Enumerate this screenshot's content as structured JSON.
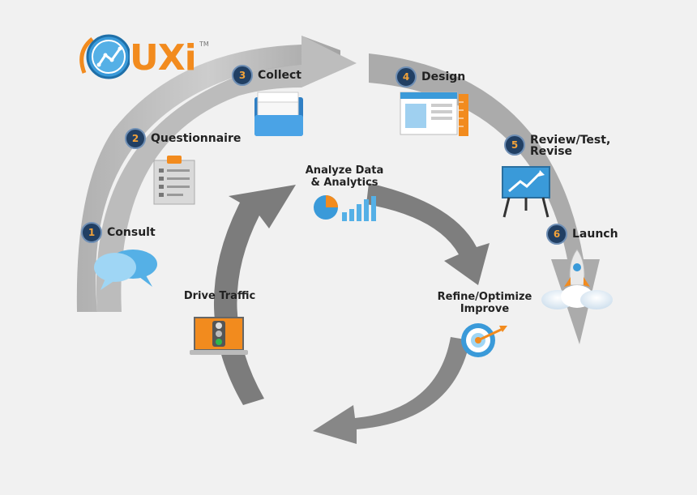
{
  "logo": {
    "text": "UXi",
    "tm": "TM"
  },
  "steps": [
    {
      "num": "1",
      "label": "Consult"
    },
    {
      "num": "2",
      "label": "Questionnaire"
    },
    {
      "num": "3",
      "label": "Collect"
    },
    {
      "num": "4",
      "label": "Design"
    },
    {
      "num": "5",
      "label": "Review/Test,",
      "label2": "Revise"
    },
    {
      "num": "6",
      "label": "Launch"
    }
  ],
  "cycle": {
    "analyze": [
      "Analyze Data",
      "& Analytics"
    ],
    "refine": [
      "Refine/Optimize",
      "Improve"
    ],
    "drive": "Drive Traffic"
  },
  "colors": {
    "badge": "#213f63",
    "badge_number": "#f1a23a",
    "accent_orange": "#f28b1e",
    "accent_blue": "#3a9ad9",
    "arrow_gray": "#9b9b9b"
  }
}
